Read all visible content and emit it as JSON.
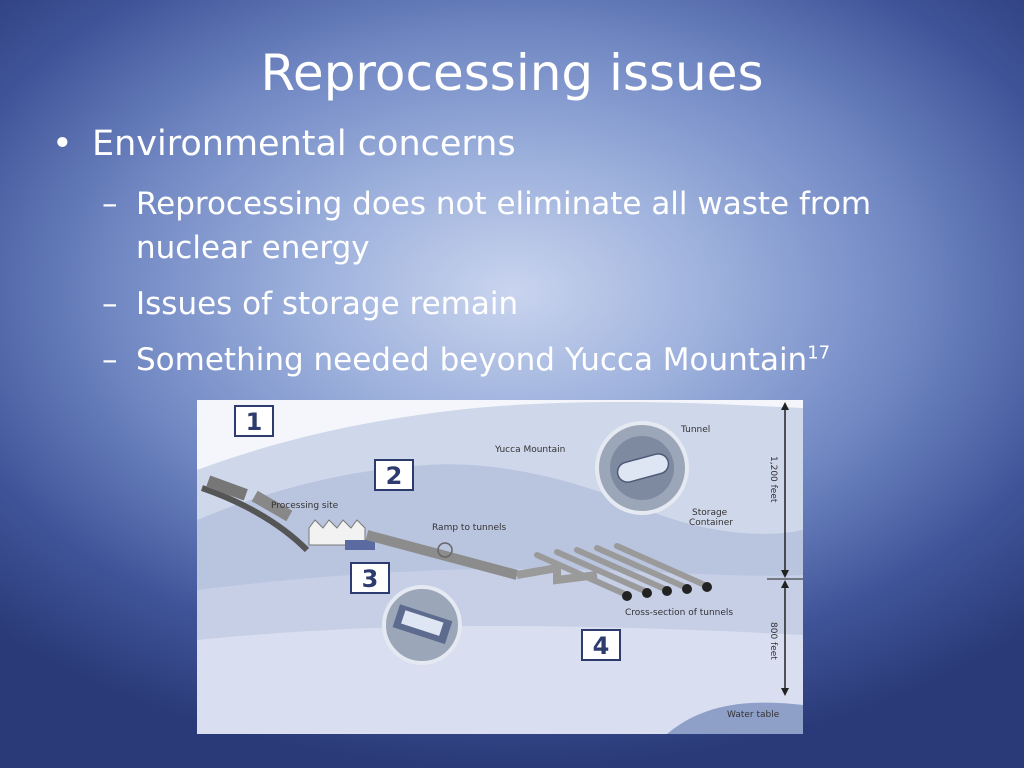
{
  "slide": {
    "title": "Reprocessing issues",
    "bullets": [
      {
        "text": "Environmental concerns"
      }
    ],
    "sub_bullets": [
      {
        "text": "Reprocessing does not eliminate all waste from nuclear energy"
      },
      {
        "text": "Issues of storage remain"
      },
      {
        "text": "Something needed beyond Yucca Mountain",
        "superscript": "17"
      }
    ],
    "bullet_glyph": "•",
    "dash_glyph": "–"
  },
  "figure": {
    "labels": {
      "mountain": "Yucca Mountain",
      "tunnel": "Tunnel",
      "processing": "Processing site",
      "ramp": "Ramp to tunnels",
      "storage_line1": "Storage",
      "storage_line2": "Container",
      "cross_section": "Cross-section of tunnels",
      "water_table": "Water table",
      "depth_upper": "1,200 feet",
      "depth_lower": "800 feet"
    },
    "steps": [
      "1",
      "2",
      "3",
      "4"
    ]
  }
}
